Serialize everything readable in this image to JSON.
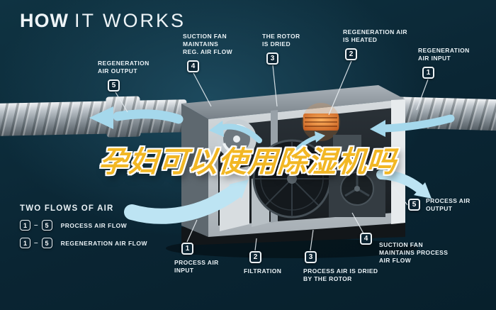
{
  "title": {
    "word_bold": "HOW",
    "word_light": "IT WORKS"
  },
  "overlay": {
    "text": "孕妇可以使用除湿机吗"
  },
  "colors": {
    "background": "#0a2533",
    "accent_blue": "#aadcee",
    "label_text": "#e9f1f5",
    "overlay_gold": "#f2b724",
    "heater_orange": "#e07a2a",
    "badge_border": "#eef3f6"
  },
  "callouts": [
    {
      "num": "5",
      "label": "REGENERATION\nAIR OUTPUT"
    },
    {
      "num": "4",
      "label": "SUCTION FAN\nMAINTAINS\nREG. AIR FLOW"
    },
    {
      "num": "3",
      "label": "THE ROTOR\nIS DRIED"
    },
    {
      "num": "2",
      "label": "REGENERATION AIR\nIS HEATED"
    },
    {
      "num": "1",
      "label": "REGENERATION\nAIR INPUT"
    },
    {
      "num": "5",
      "label": "PROCESS AIR\nOUTPUT"
    },
    {
      "num": "4",
      "label": "SUCTION FAN\nMAINTAINS PROCESS\nAIR FLOW"
    },
    {
      "num": "3",
      "label": "PROCESS AIR IS DRIED\nBY THE ROTOR"
    },
    {
      "num": "2",
      "label": "FILTRATION"
    },
    {
      "num": "1",
      "label": "PROCESS AIR\nINPUT"
    }
  ],
  "legend": {
    "heading": "TWO FLOWS OF AIR",
    "rows": [
      {
        "start": "1",
        "dash": "–",
        "end": "5",
        "label": "PROCESS AIR FLOW"
      },
      {
        "start": "1",
        "dash": "–",
        "end": "5",
        "label": "REGENERATION AIR FLOW"
      }
    ]
  }
}
